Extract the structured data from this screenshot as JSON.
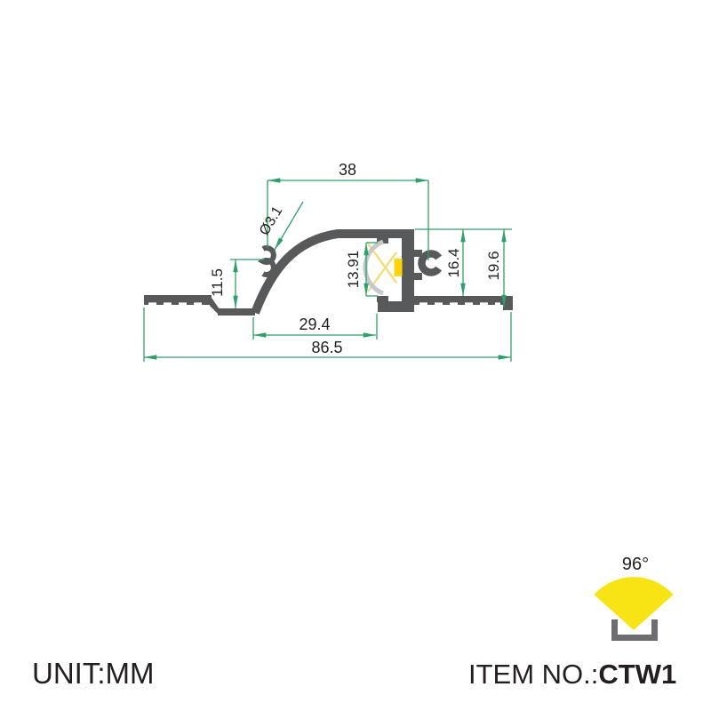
{
  "unit": {
    "label": "UNIT:MM"
  },
  "item": {
    "label": "ITEM NO.:",
    "value": "CTW1"
  },
  "beam": {
    "angle_label": "96°"
  },
  "dimensions": {
    "top_width": "38",
    "screw_hole_diameter": "Ø3.1",
    "left_step_height": "11.5",
    "channel_inner_height": "13.91",
    "right_inner_height": "16.4",
    "right_overall_height": "19.6",
    "recess_width": "29.4",
    "overall_width": "86.5"
  },
  "colors": {
    "dimension_line": "#2fa069",
    "profile_body": "#58595b",
    "diffuser": "#c7c8ca",
    "led": "#ffd400",
    "led_glow": "#f2df7e",
    "beam_fan": "#f8e414",
    "beam_channel": "#6d6e71",
    "text": "#231f20"
  }
}
